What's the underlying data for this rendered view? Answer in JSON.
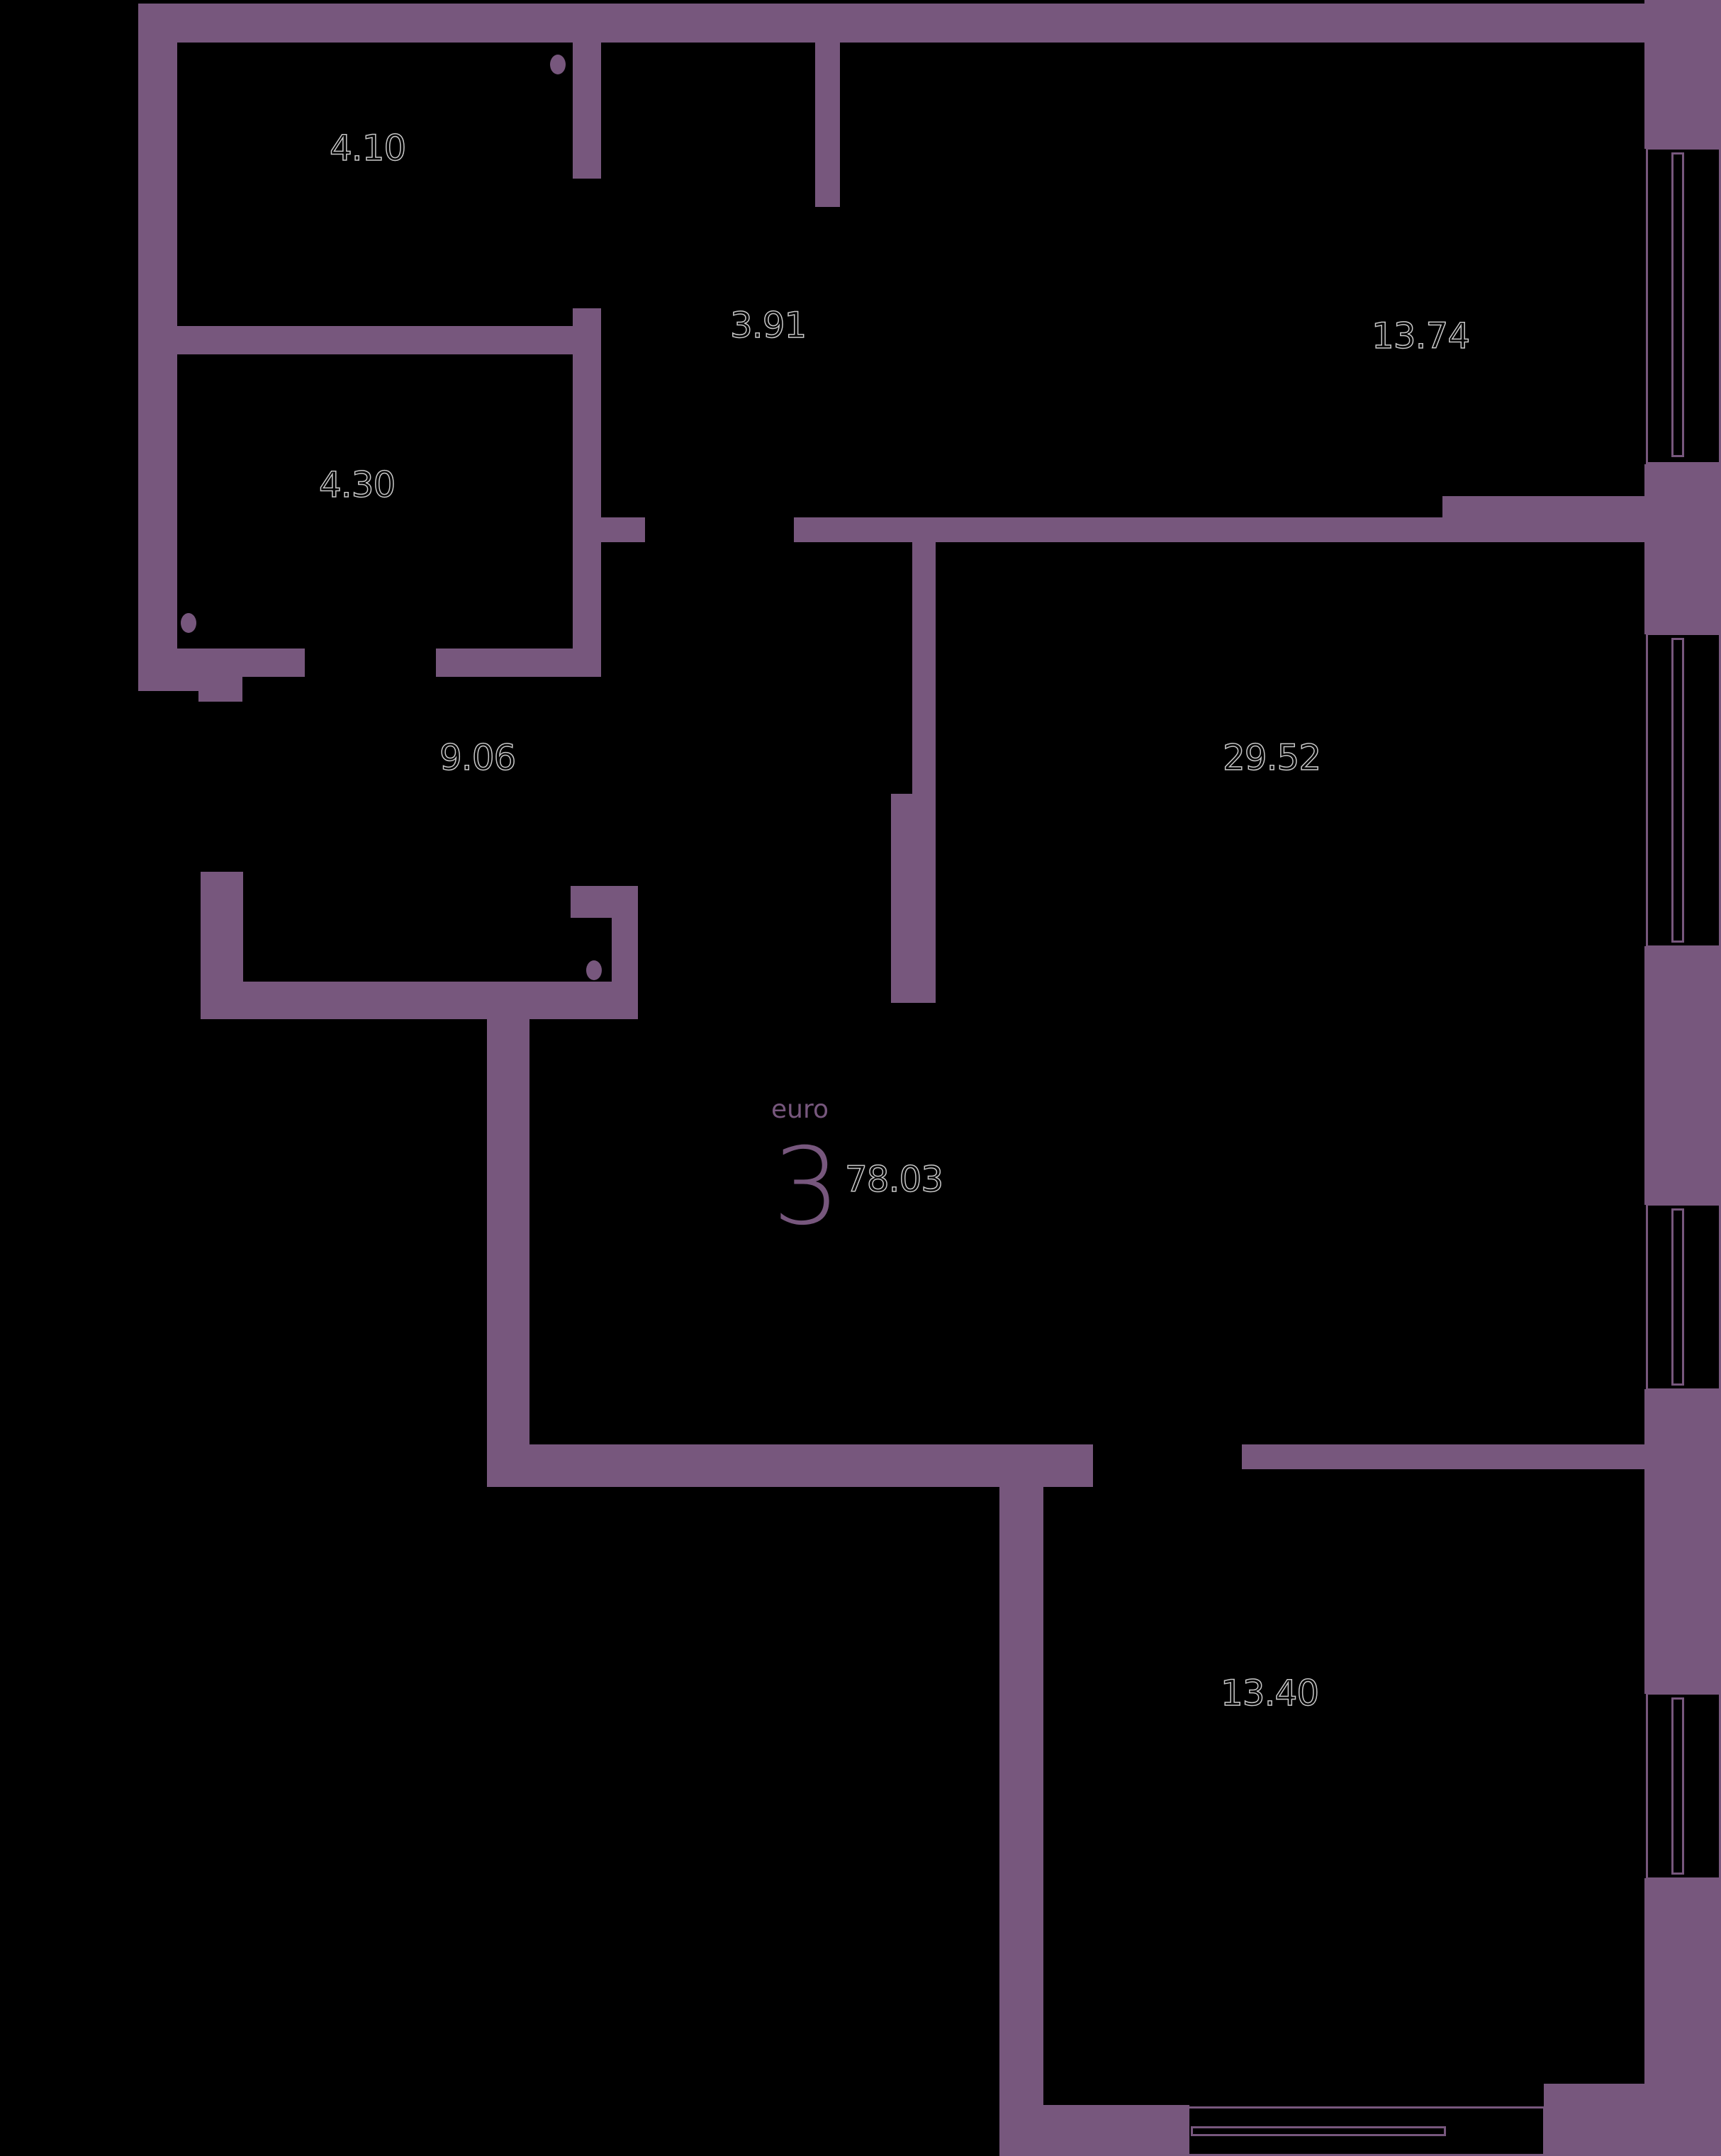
{
  "plan": {
    "wall_color": "#77577d",
    "background_color": "#000000",
    "apartment": {
      "type_label": "euro",
      "rooms_count": "3",
      "total_area": "78.03"
    },
    "rooms": [
      {
        "id": "bathroom-1",
        "area": "4.10"
      },
      {
        "id": "bathroom-2",
        "area": "4.30"
      },
      {
        "id": "corridor",
        "area": "3.91"
      },
      {
        "id": "bedroom-top",
        "area": "13.74"
      },
      {
        "id": "hall",
        "area": "9.06"
      },
      {
        "id": "living-kitchen",
        "area": "29.52"
      },
      {
        "id": "bedroom-bottom",
        "area": "13.40"
      }
    ]
  }
}
